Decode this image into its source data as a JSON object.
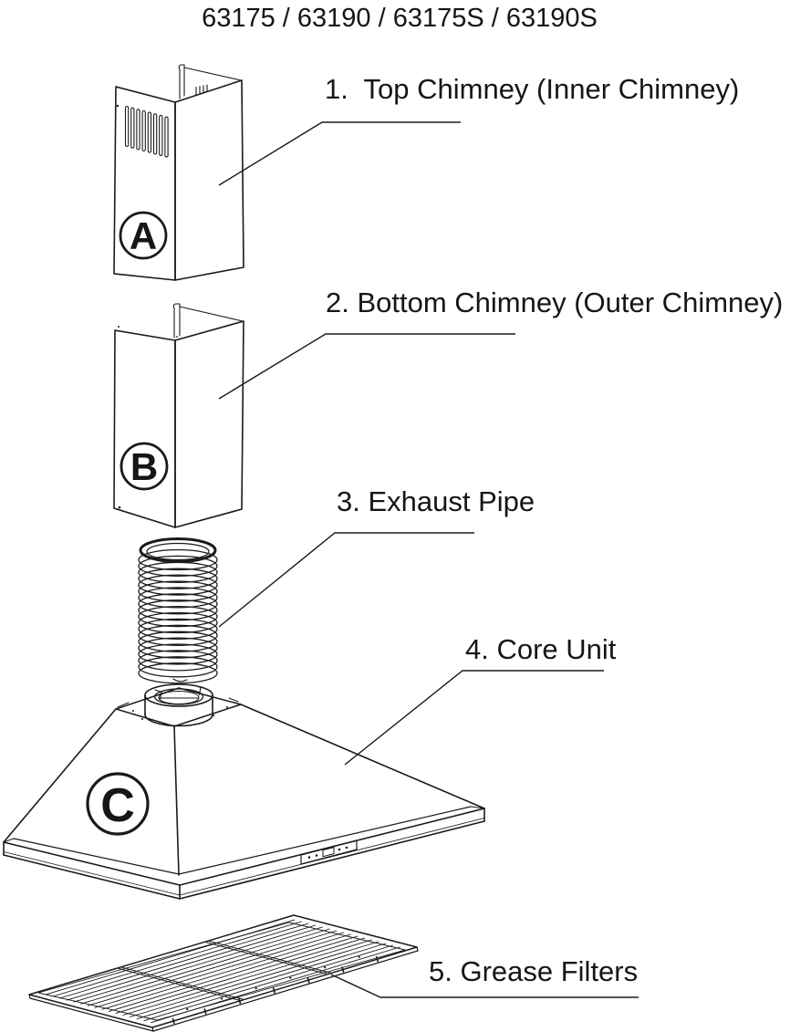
{
  "title": "63175 / 63190 / 63175S / 63190S",
  "parts": [
    {
      "label": "1.  Top Chimney (Inner Chimney)",
      "marker": "A"
    },
    {
      "label": "2. Bottom Chimney (Outer Chimney)",
      "marker": "B"
    },
    {
      "label": "3. Exhaust Pipe",
      "marker": ""
    },
    {
      "label": "4. Core Unit",
      "marker": "C"
    },
    {
      "label": "5. Grease Filters",
      "marker": ""
    }
  ],
  "markers": {
    "a": "A",
    "b": "B",
    "c": "C"
  },
  "colors": {
    "ink": "#1a1a1a",
    "background": "#ffffff"
  }
}
